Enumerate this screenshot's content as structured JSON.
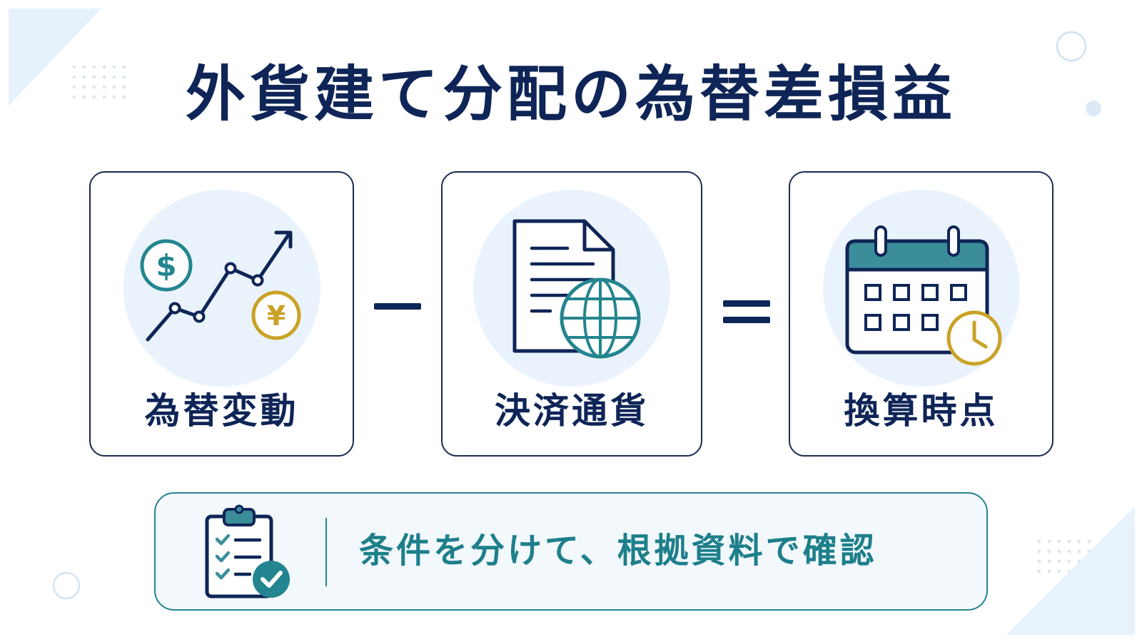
{
  "title": "外貨建て分配の為替差損益",
  "cards": [
    {
      "label": "為替変動",
      "icon": "currency-trend-icon"
    },
    {
      "label": "決済通貨",
      "icon": "document-globe-icon"
    },
    {
      "label": "換算時点",
      "icon": "calendar-clock-icon"
    }
  ],
  "operators": [
    "minus",
    "equals"
  ],
  "banner": {
    "text": "条件を分けて、根拠資料で確認",
    "icon": "clipboard-checklist-icon"
  },
  "colors": {
    "navy": "#0f2557",
    "teal": "#23858f",
    "gold": "#c9a227",
    "light_blue": "#eaf3fb"
  }
}
